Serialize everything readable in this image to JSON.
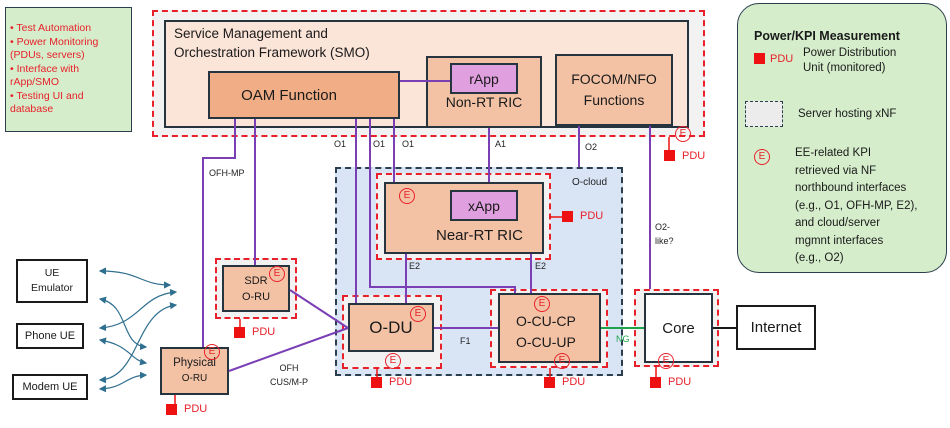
{
  "notes_box": {
    "items": [
      "Test Automation",
      "Power Monitoring (PDUs, servers)",
      "Interface with rApp/SMO",
      "Testing UI and database"
    ]
  },
  "smo": {
    "title_line1": "Service Management and",
    "title_line2": "Orchestration Framework (SMO)",
    "oam": "OAM Function",
    "rapp": "rApp",
    "non_rt_ric": "Non-RT RIC",
    "focom_line1": "FOCOM/NFO",
    "focom_line2": "Functions"
  },
  "interfaces": {
    "o1_a": "O1",
    "o1_b": "O1",
    "o1_c": "O1",
    "a1": "A1",
    "o2": "O2",
    "ofh_mp": "OFH-MP",
    "e2_left": "E2",
    "e2_right": "E2",
    "f1": "F1",
    "ng": "NG",
    "o2_like_line1": "O2-",
    "o2_like_line2": "like?",
    "ofh_line1": "OFH",
    "ofh_line2": "CUS/M-P"
  },
  "ocloud": {
    "label": "O-cloud"
  },
  "near_rt_ric": {
    "xapp": "xApp",
    "label": "Near-RT RIC"
  },
  "nodes": {
    "sdr_line1": "SDR",
    "sdr_line2": "O-RU",
    "odu": "O-DU",
    "ocu_line1": "O-CU-CP",
    "ocu_line2": "O-CU-UP",
    "core": "Core",
    "internet": "Internet",
    "physical_line1": "Physical",
    "physical_line2": "O-RU"
  },
  "ues": {
    "ue_emulator_line1": "UE",
    "ue_emulator_line2": "Emulator",
    "phone": "Phone UE",
    "modem": "Modem UE"
  },
  "pdu_label": "PDU",
  "e_icon_glyph": "E",
  "legend": {
    "title": "Power/KPI Measurement",
    "pdu_desc_line1": "Power Distribution",
    "pdu_desc_line2": "Unit (monitored)",
    "server_desc": "Server hosting xNF",
    "e_desc": [
      "EE-related KPI",
      "retrieved via NF",
      "northbound interfaces",
      "(e.g., O1, OFH-MP, E2),",
      "and cloud/server",
      "mgmnt interfaces",
      "(e.g., O2)"
    ]
  },
  "colors": {
    "interface_line": "#7a3fb5",
    "ng_line": "#1fa34a",
    "pdu_red": "#ee1111",
    "ue_arrow": "#2f6f8f",
    "legend_bg": "#d5edcb"
  }
}
